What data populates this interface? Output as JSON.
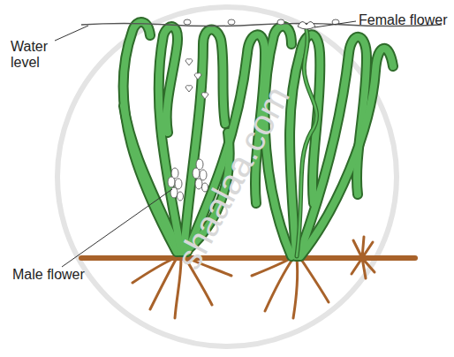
{
  "diagram": {
    "labels": [
      "Female flower",
      "Water level",
      "Male flower",
      "shaalaa.com"
    ]
  }
}
